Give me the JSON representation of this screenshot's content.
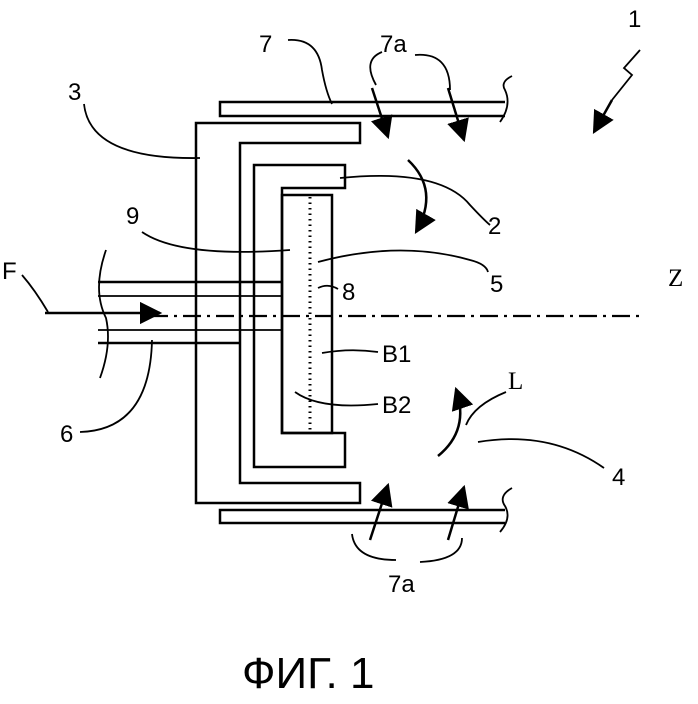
{
  "figure": {
    "caption": "ФИГ. 1",
    "labels": {
      "l1": "1",
      "l2": "2",
      "l3": "3",
      "l4": "4",
      "l5": "5",
      "l6": "6",
      "l7": "7",
      "l7a_top": "7a",
      "l7a_bottom": "7a",
      "l8": "8",
      "l9": "9",
      "lF": "F",
      "lZ": "Z",
      "lL": "L",
      "lB1": "B1",
      "lB2": "B2"
    }
  },
  "colors": {
    "line": "#000000",
    "background": "#ffffff"
  }
}
